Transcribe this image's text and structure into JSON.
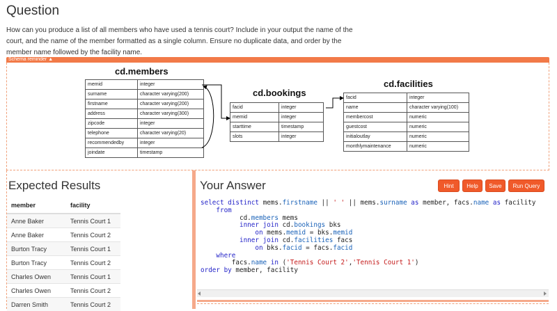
{
  "question": {
    "title": "Question",
    "text": "How can you produce a list of all members who have used a tennis court? Include in your output the name of the court, and the name of the member formatted as a single column. Ensure no duplicate data, and order by the member name followed by the facility name."
  },
  "schema": {
    "toggle_label": "Schema reminder ▲",
    "tables": [
      {
        "name": "cd.members",
        "columns": [
          [
            "memid",
            "integer"
          ],
          [
            "surname",
            "character varying(200)"
          ],
          [
            "firstname",
            "character varying(200)"
          ],
          [
            "address",
            "character varying(300)"
          ],
          [
            "zipcode",
            "integer"
          ],
          [
            "telephone",
            "character varying(20)"
          ],
          [
            "recommendedby",
            "integer"
          ],
          [
            "joindate",
            "timestamp"
          ]
        ]
      },
      {
        "name": "cd.bookings",
        "columns": [
          [
            "facid",
            "integer"
          ],
          [
            "memid",
            "integer"
          ],
          [
            "starttime",
            "timestamp"
          ],
          [
            "slots",
            "integer"
          ]
        ]
      },
      {
        "name": "cd.facilities",
        "columns": [
          [
            "facid",
            "integer"
          ],
          [
            "name",
            "character varying(100)"
          ],
          [
            "membercost",
            "numeric"
          ],
          [
            "guestcost",
            "numeric"
          ],
          [
            "initialoutlay",
            "numeric"
          ],
          [
            "monthlymaintenance",
            "numeric"
          ]
        ]
      }
    ]
  },
  "expected": {
    "title": "Expected Results",
    "headers": [
      "member",
      "facility"
    ],
    "rows": [
      [
        "Anne Baker",
        "Tennis Court 1"
      ],
      [
        "Anne Baker",
        "Tennis Court 2"
      ],
      [
        "Burton Tracy",
        "Tennis Court 1"
      ],
      [
        "Burton Tracy",
        "Tennis Court 2"
      ],
      [
        "Charles Owen",
        "Tennis Court 1"
      ],
      [
        "Charles Owen",
        "Tennis Court 2"
      ],
      [
        "Darren Smith",
        "Tennis Court 2"
      ]
    ]
  },
  "answer": {
    "title": "Your Answer",
    "buttons": {
      "hint": "Hint",
      "help": "Help",
      "save": "Save",
      "run": "Run Query"
    },
    "code": [
      [
        [
          "kw",
          "select distinct "
        ],
        [
          "",
          "mems."
        ],
        [
          "fld",
          "firstname"
        ],
        [
          "",
          " || "
        ],
        [
          "str",
          "' '"
        ],
        [
          "",
          " || mems."
        ],
        [
          "fld",
          "surname"
        ],
        [
          "",
          " "
        ],
        [
          "kw",
          "as"
        ],
        [
          "",
          " member, facs."
        ],
        [
          "fld",
          "name"
        ],
        [
          "",
          " "
        ],
        [
          "kw",
          "as"
        ],
        [
          "",
          " facility"
        ]
      ],
      [
        [
          "",
          "    "
        ],
        [
          "kw",
          "from"
        ]
      ],
      [
        [
          "",
          "          cd."
        ],
        [
          "fld",
          "members"
        ],
        [
          "",
          " mems"
        ]
      ],
      [
        [
          "",
          "          "
        ],
        [
          "kw",
          "inner join"
        ],
        [
          "",
          " cd."
        ],
        [
          "fld",
          "bookings"
        ],
        [
          "",
          " bks"
        ]
      ],
      [
        [
          "",
          "              "
        ],
        [
          "kw",
          "on"
        ],
        [
          "",
          " mems."
        ],
        [
          "fld",
          "memid"
        ],
        [
          "",
          " = bks."
        ],
        [
          "fld",
          "memid"
        ]
      ],
      [
        [
          "",
          "          "
        ],
        [
          "kw",
          "inner join"
        ],
        [
          "",
          " cd."
        ],
        [
          "fld",
          "facilities"
        ],
        [
          "",
          " facs"
        ]
      ],
      [
        [
          "",
          "              "
        ],
        [
          "kw",
          "on"
        ],
        [
          "",
          " bks."
        ],
        [
          "fld",
          "facid"
        ],
        [
          "",
          " = facs."
        ],
        [
          "fld",
          "facid"
        ]
      ],
      [
        [
          "",
          "    "
        ],
        [
          "kw",
          "where"
        ]
      ],
      [
        [
          "",
          "        facs."
        ],
        [
          "fld",
          "name"
        ],
        [
          "",
          " "
        ],
        [
          "kw",
          "in"
        ],
        [
          "",
          " ("
        ],
        [
          "str",
          "'Tennis Court 2'"
        ],
        [
          "",
          ","
        ],
        [
          "str",
          "'Tennis Court 1'"
        ],
        [
          "",
          ")"
        ]
      ],
      [
        [
          "kw",
          "order by"
        ],
        [
          "",
          " member, facility"
        ]
      ]
    ]
  }
}
